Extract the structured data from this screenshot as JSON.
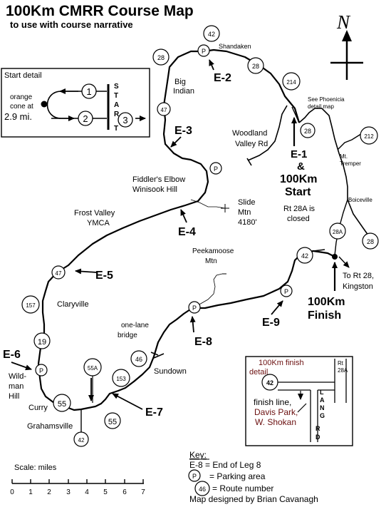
{
  "title": "100Km CMRR Course Map",
  "subtitle": "to use with course narrative",
  "compass": {
    "letter": "N"
  },
  "colors": {
    "ink": "#000000",
    "paper": "#ffffff",
    "finish_text": "#6b1010"
  },
  "start_detail": {
    "title": "Start detail",
    "cone_lines": [
      "orange",
      "cone at",
      "2.9 mi."
    ],
    "start_letters": [
      "S",
      "T",
      "A",
      "R",
      "T"
    ],
    "numbers": [
      "1",
      "2",
      "3"
    ]
  },
  "places": {
    "shandaken": "Shandaken",
    "big_indian": [
      "Big",
      "Indian"
    ],
    "see_phoenicia": [
      "See Phoenicia",
      "detail map"
    ],
    "woodland_valley": [
      "Woodland",
      "Valley  Rd"
    ],
    "mt_tremper": [
      "Mt.",
      "Tremper"
    ],
    "boiceville": "Boiceville",
    "fiddlers": [
      "Fiddler's Elbow",
      "Winisook Hill"
    ],
    "slide_mtn": [
      "Slide",
      "Mtn",
      "4180'"
    ],
    "frost_valley": [
      "Frost Valley",
      "YMCA"
    ],
    "rt28a_closed": [
      "Rt 28A is",
      "closed"
    ],
    "peekamoose": [
      "Peekamoose",
      "Mtn"
    ],
    "to_rt28": [
      "To Rt 28,",
      "Kingston"
    ],
    "claryville": "Claryville",
    "one_lane": [
      "one-lane",
      "bridge"
    ],
    "sundown": "Sundown",
    "wildman": [
      "Wild-",
      "man",
      "Hill"
    ],
    "curry": "Curry",
    "grahamsville": "Grahamsville"
  },
  "start_label": {
    "e1": "E-1",
    "amp": "&",
    "line1": "100Km",
    "line2": "Start"
  },
  "finish_label": {
    "line1": "100Km",
    "line2": "Finish"
  },
  "legs": {
    "e2": "E-2",
    "e3": "E-3",
    "e4": "E-4",
    "e5": "E-5",
    "e6": "E-6",
    "e7": "E-7",
    "e8": "E-8",
    "e9": "E-9"
  },
  "route_numbers": {
    "r42_top": "42",
    "r28_a": "28",
    "r28_b": "28",
    "r214": "214",
    "r47_a": "47",
    "r28_c": "28",
    "r212": "212",
    "r28a": "28A",
    "r28_d": "28",
    "r42_e": "42",
    "r47_b": "47",
    "r157": "157",
    "r19": "19",
    "r46": "46",
    "r55a": "55A",
    "r153": "153",
    "r55_a": "55",
    "r55_b": "55",
    "r42_s": "42"
  },
  "parking_symbol": "P",
  "finish_detail": {
    "title": [
      "100Km finish",
      "detail"
    ],
    "rt28a": [
      "Rt",
      "28A"
    ],
    "route": "42",
    "lang": [
      "L",
      "A",
      "N",
      "G"
    ],
    "rd": [
      "R",
      "D"
    ],
    "finish_line": [
      "finish line,",
      "Davis Park,",
      "W. Shokan"
    ]
  },
  "scale": {
    "label": "Scale: miles",
    "ticks": [
      "0",
      "1",
      "2",
      "3",
      "4",
      "5",
      "6",
      "7"
    ]
  },
  "key": {
    "title": "Key:",
    "end_leg": "E-8 = End of Leg 8",
    "parking": "= Parking area",
    "route_sample": "46",
    "route": "= Route number",
    "credit": "Map designed by Brian Cavanagh"
  }
}
